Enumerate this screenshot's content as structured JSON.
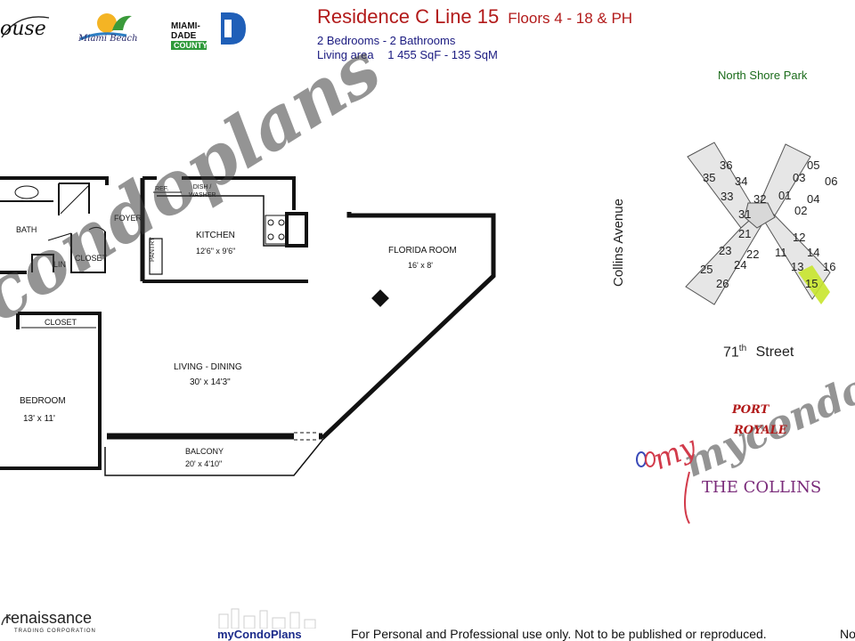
{
  "header": {
    "title": "Residence C  Line 15",
    "floors": "Floors 4 - 18 & PH",
    "bedrooms_baths": "2 Bedrooms - 2 Bathrooms",
    "living_area_label": "Living area",
    "living_area_value": "1 455 SqF - 135 SqM"
  },
  "logos": {
    "left_script": "ouse",
    "miami_beach": "Miami Beach",
    "county_line1": "MIAMI-DADE",
    "county_line2": "COUNTY"
  },
  "site_plan": {
    "park": "North Shore Park",
    "avenue": "Collins Avenue",
    "street_num": "71",
    "street_sup": "th",
    "street_word": "Street",
    "units": [
      "36",
      "35",
      "34",
      "33",
      "32",
      "01",
      "05",
      "03",
      "06",
      "04",
      "02",
      "31",
      "21",
      "23",
      "22",
      "11",
      "12",
      "14",
      "25",
      "24",
      "13",
      "16",
      "26",
      "15"
    ],
    "highlight_unit": "15",
    "highlight_color": "#c8e62c"
  },
  "rooms": {
    "bath": "BATH",
    "lin": "LIN",
    "closet_small": "CLOSET",
    "foyer": "FOYER",
    "ref": "REF.",
    "dish_washer": "DISH / WASHER",
    "pantry": "PANTRY",
    "kitchen_name": "KITCHEN",
    "kitchen_dim": "12'6\" x 9'6\"",
    "florida_name": "FLORIDA ROOM",
    "florida_dim": "16' x 8'",
    "closet_bed": "CLOSET",
    "living_name": "LIVING - DINING",
    "living_dim": "30' x 14'3\"",
    "bedroom_name": "BEDROOM",
    "bedroom_dim": "13' x 11'",
    "balcony_name": "BALCONY",
    "balcony_dim": "20' x 4'10\""
  },
  "watermarks": {
    "main": "mycondoplans",
    "condo": "condoplans",
    "port_line1": "PORT",
    "port_line2": "ROYALE",
    "brand_my": "my",
    "brand_condo": "condoplans",
    "the_collins": "THE COLLINS"
  },
  "footer": {
    "renaissance": "renaissance",
    "renaissance_sub": "TRADING CORPORATION",
    "brand": "myCondoPlans",
    "notice": "For Personal and Professional use only.  Not to be published or reproduced.",
    "cut_text": "No"
  },
  "colors": {
    "title_red": "#b21a1a",
    "info_blue": "#1a1a80",
    "park_green": "#1a6b1a",
    "watermark_red": "#d23b4b",
    "collins_purple": "#7a2b7a"
  }
}
